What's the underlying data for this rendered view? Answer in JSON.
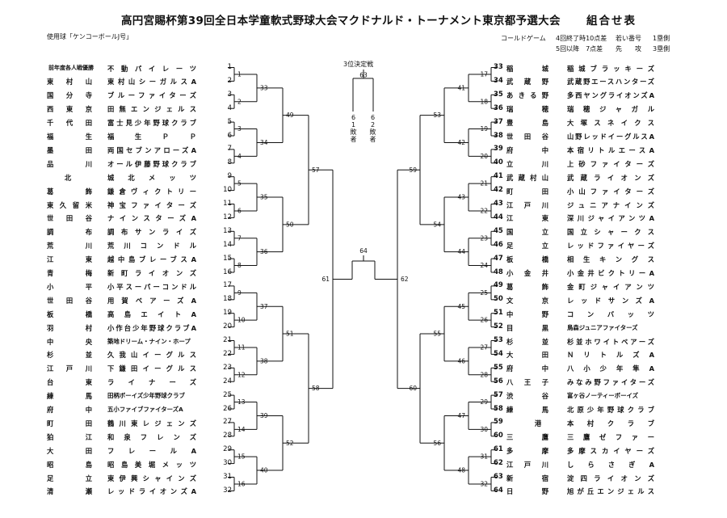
{
  "title": "高円宮賜杯第39回全日本学童軟式野球大会マクドナルド・トーナメント東京都予選大会",
  "subtitle": "組合せ表",
  "ball_note": "使用球「ケンコーボールJ号」",
  "called_game": "コールドゲーム",
  "rules": [
    {
      "cond": "4回終了時10点差",
      "side": "若い番号",
      "bench": "1塁側"
    },
    {
      "cond": "5回以降　7点差",
      "side": "先　　攻",
      "bench": "3塁側"
    }
  ],
  "third_place": {
    "label": "3位決定戦",
    "game": "63",
    "left": "61敗者",
    "right": "62敗者"
  },
  "final_game": "64",
  "left_header": "前年度各人戦優勝",
  "left_teams": [
    {
      "no": "1",
      "area": "",
      "name": "不動パイレーツ"
    },
    {
      "no": "2",
      "area": "東村山",
      "name": "東村山シーガルスA"
    },
    {
      "no": "3",
      "area": "国分寺",
      "name": "ブルーファイターズ"
    },
    {
      "no": "4",
      "area": "西東京",
      "name": "田無エンジェルス"
    },
    {
      "no": "5",
      "area": "千代田",
      "name": "富士見少年野球クラブ"
    },
    {
      "no": "6",
      "area": "福生",
      "name": "福生ＰＰ"
    },
    {
      "no": "7",
      "area": "墨田",
      "name": "両国セブンアローズA"
    },
    {
      "no": "8",
      "area": "品川",
      "name": "オール伊藤野球クラブ"
    },
    {
      "no": "9",
      "area": "北",
      "name": "城北メッツ"
    },
    {
      "no": "10",
      "area": "葛飾",
      "name": "鎌倉ヴィクトリー"
    },
    {
      "no": "11",
      "area": "東久留米",
      "name": "神宝ファイターズ"
    },
    {
      "no": "12",
      "area": "世田谷",
      "name": "ナインスターズA"
    },
    {
      "no": "13",
      "area": "調布",
      "name": "調布サンライズ"
    },
    {
      "no": "14",
      "area": "荒川",
      "name": "荒川コンドル"
    },
    {
      "no": "15",
      "area": "江東",
      "name": "越中島ブレーブスA"
    },
    {
      "no": "16",
      "area": "青梅",
      "name": "新町ライオンズ"
    },
    {
      "no": "17",
      "area": "小平",
      "name": "小平スーパーコンドル"
    },
    {
      "no": "18",
      "area": "世田谷",
      "name": "用賀ベアーズA"
    },
    {
      "no": "19",
      "area": "板橋",
      "name": "高島エイトA"
    },
    {
      "no": "20",
      "area": "羽村",
      "name": "小作台少年野球クラブA"
    },
    {
      "no": "21",
      "area": "中央",
      "name": "築地ドリーム・ナイン・ホープ"
    },
    {
      "no": "22",
      "area": "杉並",
      "name": "久我山イーグルス"
    },
    {
      "no": "23",
      "area": "江戸川",
      "name": "下鎌田イーグルス"
    },
    {
      "no": "24",
      "area": "台東",
      "name": "ライナーズ"
    },
    {
      "no": "25",
      "area": "練馬",
      "name": "田柄ボーイズ少年野球クラブ"
    },
    {
      "no": "26",
      "area": "府中",
      "name": "五小ファイブファイターズA"
    },
    {
      "no": "27",
      "area": "町田",
      "name": "鶴川東レジェンズ"
    },
    {
      "no": "28",
      "area": "狛江",
      "name": "和泉フレンズ"
    },
    {
      "no": "29",
      "area": "大田",
      "name": "フレールA"
    },
    {
      "no": "30",
      "area": "昭島",
      "name": "昭島美堀メッツ"
    },
    {
      "no": "31",
      "area": "足立",
      "name": "東伊興シャインズ"
    },
    {
      "no": "32",
      "area": "清瀬",
      "name": "レッドライオンズA"
    }
  ],
  "right_teams": [
    {
      "no": "33",
      "area": "稲城",
      "name": "稲城ブラッキーズ"
    },
    {
      "no": "34",
      "area": "武蔵野",
      "name": "武蔵野エースハンターズ"
    },
    {
      "no": "35",
      "area": "あきる野",
      "name": "多西ヤングライオンズA"
    },
    {
      "no": "36",
      "area": "瑞穂",
      "name": "瑞穂ジャガル"
    },
    {
      "no": "37",
      "area": "豊島",
      "name": "大塚スネイクス"
    },
    {
      "no": "38",
      "area": "世田谷",
      "name": "山野レッドイーグルスA"
    },
    {
      "no": "39",
      "area": "府中",
      "name": "本宿リトルエースA"
    },
    {
      "no": "40",
      "area": "立川",
      "name": "上砂ファイターズ"
    },
    {
      "no": "41",
      "area": "武蔵村山",
      "name": "武蔵ライオンズ"
    },
    {
      "no": "42",
      "area": "町田",
      "name": "小山ファイターズ"
    },
    {
      "no": "43",
      "area": "江戸川",
      "name": "ジュニアナインズ"
    },
    {
      "no": "44",
      "area": "江東",
      "name": "深川ジャイアンツA"
    },
    {
      "no": "45",
      "area": "国立",
      "name": "国立シャークス"
    },
    {
      "no": "46",
      "area": "足立",
      "name": "レッドファイヤーズ"
    },
    {
      "no": "47",
      "area": "板橋",
      "name": "相生キングス"
    },
    {
      "no": "48",
      "area": "小金井",
      "name": "小金井ビクトリーA"
    },
    {
      "no": "49",
      "area": "葛飾",
      "name": "金町ジャイアンツ"
    },
    {
      "no": "50",
      "area": "文京",
      "name": "レッドサンズA"
    },
    {
      "no": "51",
      "area": "中野",
      "name": "コンバッツ"
    },
    {
      "no": "52",
      "area": "目黒",
      "name": "鳥森ジュニアファイターズ"
    },
    {
      "no": "53",
      "area": "杉並",
      "name": "杉並ホワイトベアーズ"
    },
    {
      "no": "54",
      "area": "大田",
      "name": "ＮリトルズA"
    },
    {
      "no": "55",
      "area": "府中",
      "name": "八小少年隼A"
    },
    {
      "no": "56",
      "area": "八王子",
      "name": "みなみ野ファイターズ"
    },
    {
      "no": "57",
      "area": "渋谷",
      "name": "富ヶ谷ノーティーボーイズ"
    },
    {
      "no": "58",
      "area": "練馬",
      "name": "北原少年野球クラブ"
    },
    {
      "no": "59",
      "area": "港",
      "name": "本村クラブ"
    },
    {
      "no": "60",
      "area": "三鷹",
      "name": "三鷹ゼファー"
    },
    {
      "no": "61",
      "area": "多摩",
      "name": "多摩スカイヤーズ"
    },
    {
      "no": "62",
      "area": "江戸川",
      "name": "しらさぎA"
    },
    {
      "no": "63",
      "area": "新宿",
      "name": "淀四ライオンズ"
    },
    {
      "no": "64",
      "area": "日野",
      "name": "旭が丘エンジェルス"
    }
  ],
  "left_games": {
    "r1": [
      "1",
      "2",
      "3",
      "4",
      "5",
      "6",
      "7",
      "8",
      "9",
      "10",
      "11",
      "12",
      "13",
      "14",
      "15",
      "16"
    ],
    "r2": [
      "33",
      "34",
      "35",
      "36",
      "37",
      "38",
      "39",
      "40"
    ],
    "r3": [
      "49",
      "50",
      "51",
      "52"
    ],
    "r4": [
      "57",
      "58"
    ],
    "semi": "61"
  },
  "right_games": {
    "r1": [
      "17",
      "18",
      "19",
      "20",
      "21",
      "22",
      "23",
      "24",
      "25",
      "26",
      "27",
      "28",
      "29",
      "30",
      "31",
      "32"
    ],
    "r2": [
      "41",
      "42",
      "43",
      "44",
      "45",
      "46",
      "47",
      "48"
    ],
    "r3": [
      "53",
      "54",
      "55",
      "56"
    ],
    "r4": [
      "59",
      "60"
    ],
    "semi": "62"
  }
}
